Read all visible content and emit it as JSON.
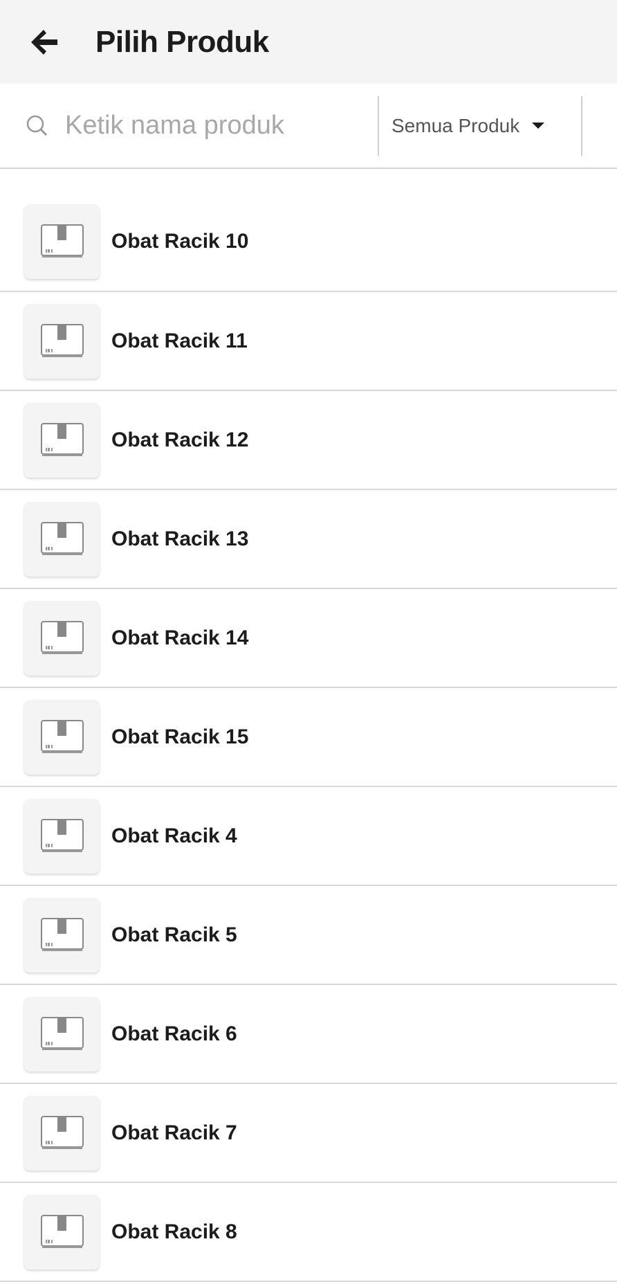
{
  "header": {
    "title": "Pilih Produk",
    "back_icon": "arrow-left-icon"
  },
  "search": {
    "placeholder": "Ketik nama produk",
    "value": ""
  },
  "filter": {
    "selected": "Semua Produk"
  },
  "products": [
    {
      "name": "Obat Racik 10"
    },
    {
      "name": "Obat Racik 11"
    },
    {
      "name": "Obat Racik 12"
    },
    {
      "name": "Obat Racik 13"
    },
    {
      "name": "Obat Racik 14"
    },
    {
      "name": "Obat Racik 15"
    },
    {
      "name": "Obat Racik 4"
    },
    {
      "name": "Obat Racik 5"
    },
    {
      "name": "Obat Racik 6"
    },
    {
      "name": "Obat Racik 7"
    },
    {
      "name": "Obat Racik 8"
    }
  ]
}
